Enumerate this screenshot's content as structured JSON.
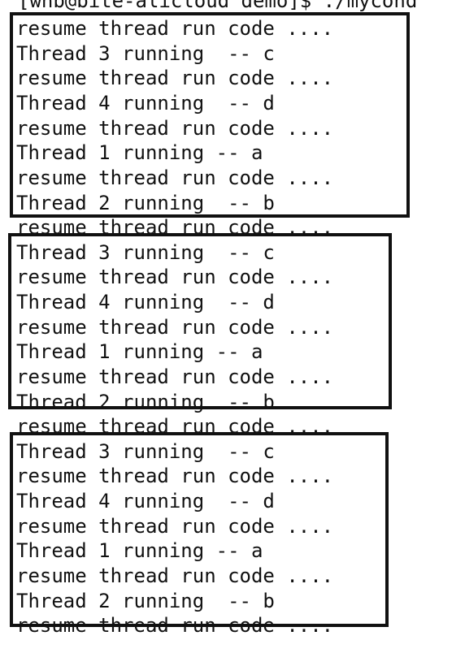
{
  "terminal": {
    "prompt": "[whb@bite-alicloud demo]$ ./mycond",
    "lines": [
      "resume thread run code ....",
      "Thread 3 running  -- c",
      "resume thread run code ....",
      "Thread 4 running  -- d",
      "resume thread run code ....",
      "Thread 1 running -- a",
      "resume thread run code ....",
      "Thread 2 running  -- b",
      "resume thread run code ....",
      "Thread 3 running  -- c",
      "resume thread run code ....",
      "Thread 4 running  -- d",
      "resume thread run code ....",
      "Thread 1 running -- a",
      "resume thread run code ....",
      "Thread 2 running  -- b",
      "resume thread run code ....",
      "Thread 3 running  -- c",
      "resume thread run code ....",
      "Thread 4 running  -- d",
      "resume thread run code ....",
      "Thread 1 running -- a",
      "resume thread run code ....",
      "Thread 2 running  -- b",
      "resume thread run code ...."
    ]
  },
  "colors": {
    "text": "#111111",
    "background": "#ffffff",
    "box_border": "#111111"
  }
}
